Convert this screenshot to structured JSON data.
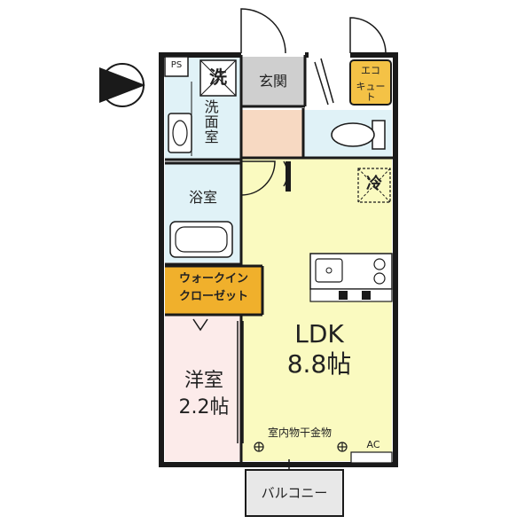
{
  "labels": {
    "ps": "PS",
    "washer": "洗",
    "washroom": "洗面室",
    "entrance": "玄関",
    "eco_cute_1": "エコ",
    "eco_cute_2": "キュート",
    "fridge": "冷",
    "bath": "浴室",
    "walk_in_1": "ウォークイン",
    "walk_in_2": "クローゼット",
    "ldk": "LDK",
    "ldk_size": "8.8帖",
    "western": "洋室",
    "western_size": "2.2帖",
    "drying": "室内物干金物",
    "ac": "AC",
    "balcony": "バルコニー"
  },
  "colors": {
    "ldk": "#fafac0",
    "western": "#fcebea",
    "wet_area": "#e0f2f7",
    "entrance": "#cfcfcf",
    "hall": "#f7d9c2",
    "walkin": "#f0b02c",
    "eco": "#f4c246",
    "wall": "#1a1a1a"
  }
}
